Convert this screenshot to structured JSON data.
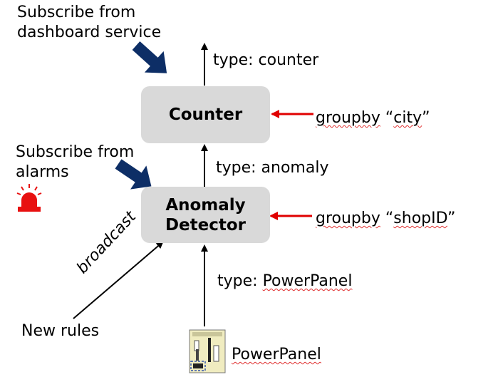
{
  "diagram": {
    "subscribe_dashboard": {
      "line1": "Subscribe from",
      "line2": "dashboard service"
    },
    "subscribe_alarms": {
      "line1": "Subscribe from",
      "line2": "alarms"
    },
    "counter_node": {
      "label": "Counter"
    },
    "anomaly_node": {
      "line1": "Anomaly",
      "line2": "Detector"
    },
    "type_counter": "type: counter",
    "type_anomaly": "type: anomaly",
    "type_powerpanel_prefix": "type: ",
    "type_powerpanel_value": "PowerPanel",
    "groupby_city": {
      "prefix": "groupby",
      "quote_open": "“",
      "value": "city",
      "quote_close": "”"
    },
    "groupby_shop": {
      "prefix": "groupby",
      "quote_open": "“",
      "value": "shopID",
      "quote_close": "”"
    },
    "broadcast": "broadcast",
    "new_rules": "New rules",
    "powerpanel_label": "PowerPanel",
    "colors": {
      "node_fill": "#d9d9d9",
      "input_arrow": "#e00000",
      "subscribe_arrow": "#0d2e66",
      "alarm": "#e81010"
    },
    "icons": {
      "alarm": "alarm-light-icon",
      "device": "power-panel-device-icon"
    }
  }
}
